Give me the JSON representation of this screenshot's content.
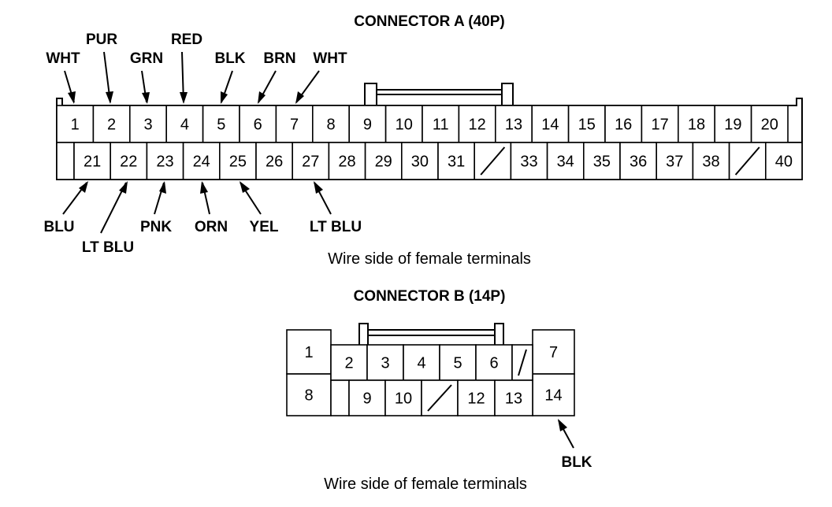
{
  "connector_a": {
    "title": "CONNECTOR A (40P)",
    "top_pins": [
      "1",
      "2",
      "3",
      "4",
      "5",
      "6",
      "7",
      "8",
      "9",
      "10",
      "11",
      "12",
      "13",
      "14",
      "15",
      "16",
      "17",
      "18",
      "19",
      "20"
    ],
    "bottom_pins": [
      "21",
      "22",
      "23",
      "24",
      "25",
      "26",
      "27",
      "28",
      "29",
      "30",
      "31",
      "",
      "33",
      "34",
      "35",
      "36",
      "37",
      "38",
      "",
      "40"
    ],
    "top_wires": [
      "WHT",
      "PUR",
      "GRN",
      "RED",
      "BLK",
      "BRN",
      "WHT"
    ],
    "bottom_wires": [
      "BLU",
      "LT BLU",
      "PNK",
      "ORN",
      "YEL",
      "LT BLU"
    ],
    "caption": "Wire side of female terminals"
  },
  "connector_b": {
    "title": "CONNECTOR B (14P)",
    "left_pins": [
      "1",
      "8"
    ],
    "top_pins": [
      "2",
      "3",
      "4",
      "5",
      "6",
      ""
    ],
    "bottom_pins": [
      "",
      "9",
      "10",
      "",
      "12",
      "13"
    ],
    "right_pins": [
      "7",
      "14"
    ],
    "wire": "BLK",
    "caption": "Wire side of female terminals"
  }
}
